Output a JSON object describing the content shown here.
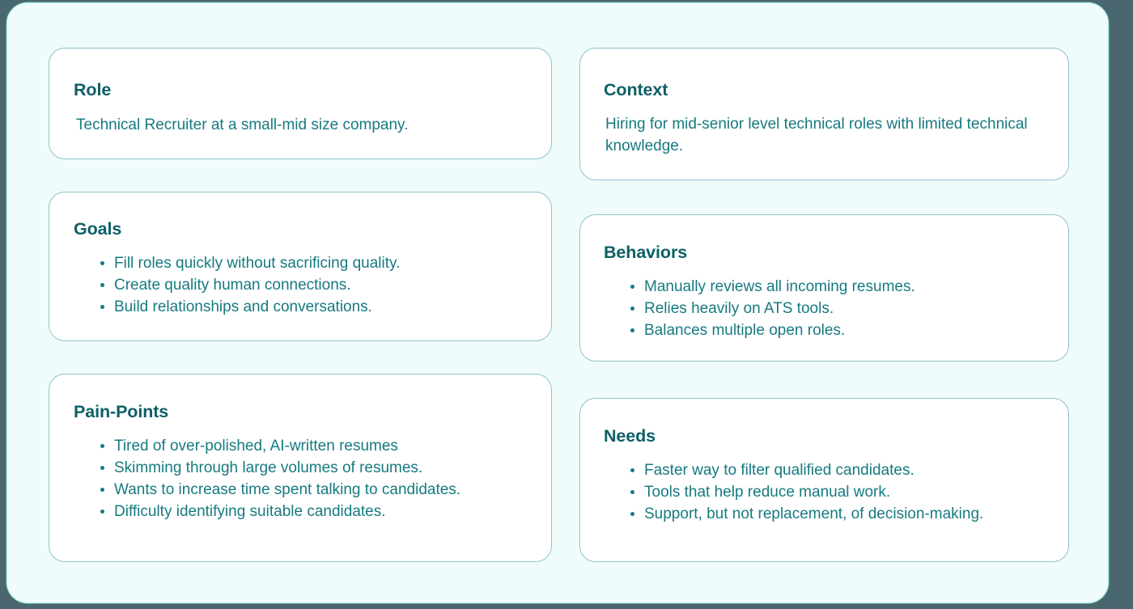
{
  "board": {
    "name": "user-persona-board",
    "background_color": "#effcfb",
    "border_color": "#a8f2ec",
    "page_background_color": "#4a666e",
    "heading_color": "#0d5f66",
    "body_text_color": "#167a80",
    "card_background_color": "#ffffff",
    "card_border_color": "#8dc3cb"
  },
  "cards": {
    "role": {
      "heading": "Role",
      "body": "Technical Recruiter at a small-mid size company."
    },
    "context": {
      "heading": "Context",
      "body": "Hiring for mid-senior level technical roles with limited technical knowledge."
    },
    "goals": {
      "heading": "Goals",
      "items": [
        "Fill roles quickly without sacrificing quality.",
        "Create quality human connections.",
        "Build relationships and conversations."
      ]
    },
    "behaviors": {
      "heading": "Behaviors",
      "items": [
        "Manually reviews all incoming resumes.",
        "Relies heavily on ATS tools.",
        "Balances multiple open roles."
      ]
    },
    "pain_points": {
      "heading": "Pain-Points",
      "items": [
        "Tired of over-polished, AI-written resumes",
        "Skimming through large volumes of resumes.",
        "Wants to increase time spent talking to candidates.",
        "Difficulty identifying suitable candidates."
      ]
    },
    "needs": {
      "heading": "Needs",
      "items": [
        "Faster way to filter qualified candidates.",
        "Tools that help reduce manual work.",
        "Support, but not replacement, of decision-making."
      ]
    }
  }
}
